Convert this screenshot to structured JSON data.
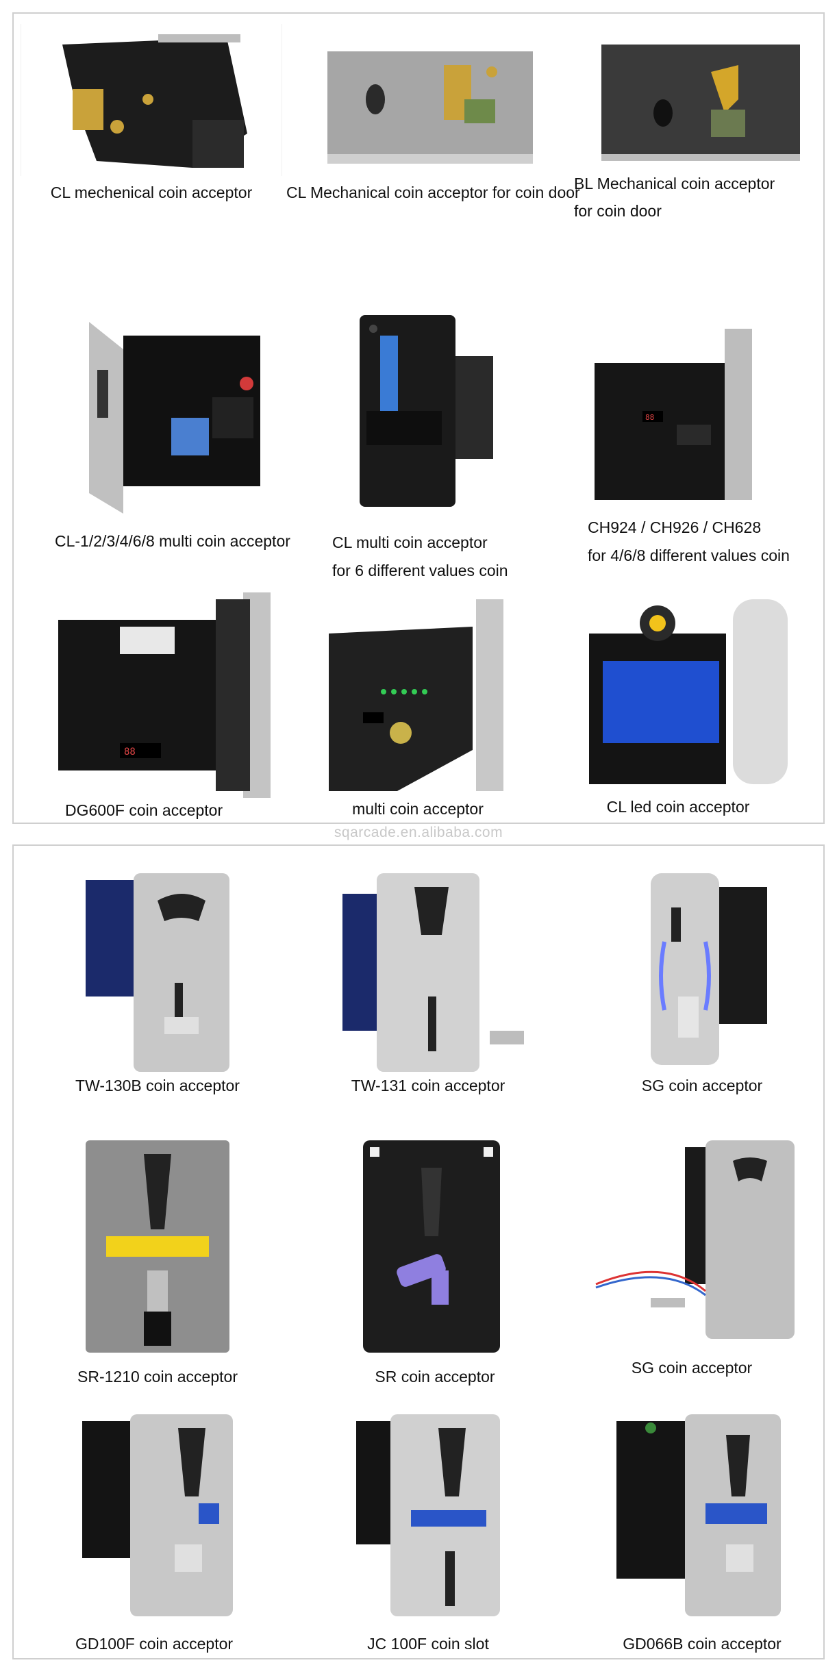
{
  "watermark": "sqarcade.en.alibaba.com",
  "top_panel": {
    "items": [
      {
        "caption": "CL mechenical coin acceptor",
        "icon": "mechanical-coin-acceptor",
        "body": "#1c1c1c",
        "accent": "#c9a23a"
      },
      {
        "caption": "CL Mechanical coin acceptor for coin door",
        "icon": "mechanical-coin-acceptor",
        "body": "#a6a6a6",
        "accent": "#c9a23a"
      },
      {
        "caption_lines": [
          "BL Mechanical coin acceptor",
          "for coin door"
        ],
        "icon": "mechanical-coin-acceptor",
        "body": "#3a3a3a",
        "accent": "#d4a62a"
      },
      {
        "caption": "CL-1/2/3/4/6/8 multi coin acceptor",
        "icon": "multi-coin-acceptor",
        "body": "#111111",
        "accent": "#c0c0c0"
      },
      {
        "caption_lines": [
          "CL multi coin acceptor",
          "for 6 different values coin"
        ],
        "icon": "multi-coin-acceptor",
        "body": "#1a1a1a",
        "accent": "#3a7bd5"
      },
      {
        "caption_lines": [
          "CH924 / CH926 / CH628",
          "for 4/6/8 different values coin"
        ],
        "icon": "multi-coin-acceptor",
        "body": "#161616",
        "accent": "#bdbdbd"
      },
      {
        "caption": "DG600F coin acceptor",
        "icon": "coin-acceptor",
        "body": "#151515",
        "accent": "#c4c4c4"
      },
      {
        "caption": "multi coin acceptor",
        "icon": "coin-acceptor",
        "body": "#202020",
        "accent": "#33cc55"
      },
      {
        "caption": "CL led coin acceptor",
        "icon": "coin-acceptor",
        "body": "#141414",
        "accent": "#1f4fd0"
      }
    ]
  },
  "bottom_panel": {
    "items": [
      {
        "caption": "TW-130B coin acceptor",
        "icon": "coin-acceptor-front-plate",
        "body": "#1b2a6b",
        "accent": "#c8c8c8"
      },
      {
        "caption": "TW-131 coin acceptor",
        "icon": "coin-acceptor-front-plate",
        "body": "#1b2a6b",
        "accent": "#d2d2d2"
      },
      {
        "caption": "SG coin acceptor",
        "icon": "coin-acceptor-front-plate",
        "body": "#1a1a1a",
        "accent": "#6a7cff"
      },
      {
        "caption": "SR-1210 coin acceptor",
        "icon": "coin-acceptor-front-plate",
        "body": "#8e8e8e",
        "accent": "#f2d21b"
      },
      {
        "caption": "SR coin acceptor",
        "icon": "coin-acceptor-front-plate",
        "body": "#1d1d1d",
        "accent": "#8f7fe0"
      },
      {
        "caption": "SG coin acceptor",
        "icon": "coin-acceptor-front-plate",
        "body": "#1a1a1a",
        "accent": "#c0c0c0"
      },
      {
        "caption": "GD100F coin acceptor",
        "icon": "coin-acceptor-front-plate",
        "body": "#141414",
        "accent": "#c8c8c8"
      },
      {
        "caption": "JC 100F coin slot",
        "icon": "coin-acceptor-front-plate",
        "body": "#141414",
        "accent": "#2a55c8"
      },
      {
        "caption": "GD066B coin acceptor",
        "icon": "coin-acceptor-front-plate",
        "body": "#141414",
        "accent": "#2a55c8"
      }
    ]
  }
}
